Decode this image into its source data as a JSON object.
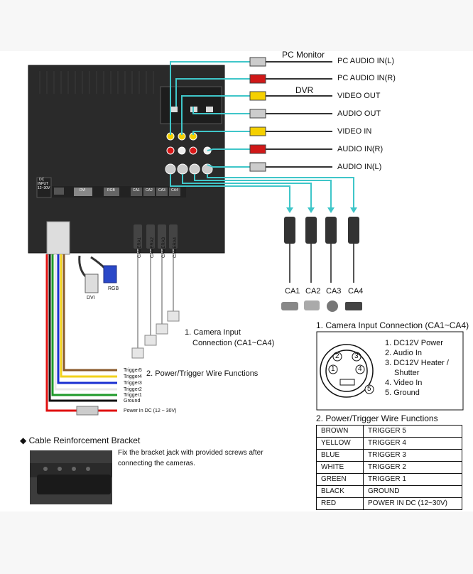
{
  "outputs": {
    "pc_monitor_title": "PC Monitor",
    "dvr_title": "DVR",
    "ports": [
      "PC AUDIO IN(L)",
      "PC AUDIO IN(R)",
      "VIDEO OUT",
      "AUDIO OUT",
      "VIDEO IN",
      "AUDIO IN(R)",
      "AUDIO IN(L)"
    ]
  },
  "monitor_panel": {
    "dc_input": [
      "DC",
      "INPUT",
      "12~30V"
    ],
    "connectors": [
      "DVI",
      "RGB",
      "CA1",
      "CA2",
      "CA3",
      "CA4"
    ]
  },
  "cameras": {
    "labels": [
      "CA1",
      "CA2",
      "CA3",
      "CA4"
    ],
    "cable_labels": [
      "CAMERA1",
      "CAMERA2",
      "CAMERA3",
      "CAMERA4"
    ],
    "callout_line1": "1. Camera Input",
    "callout_line2": "Connection (CA1~CA4)"
  },
  "cables": {
    "rgb_label": "RGB",
    "dvi_label": "DVI"
  },
  "power_wires": {
    "callout": "2. Power/Trigger Wire Functions",
    "labels": [
      "Trigger5",
      "Trigger4",
      "Trigger3",
      "Trigger2",
      "Trigger1",
      "Ground"
    ],
    "power_label": "Power In DC (12 ~ 30V)",
    "colors": [
      "#8a5a2b",
      "#f2d21c",
      "#1a2fd1",
      "#e8e8e8",
      "#1f9a2a",
      "#111111",
      "#e01010"
    ]
  },
  "camera_input_section": {
    "title": "1. Camera Input Connection (CA1~CA4)",
    "pin_numbers": [
      "1",
      "2",
      "3",
      "4",
      "5"
    ],
    "pins": [
      "1. DC12V Power",
      "2. Audio In",
      "3. DC12V Heater /",
      "Shutter",
      "4. Video In",
      "5. Ground"
    ]
  },
  "wire_functions_section": {
    "title": "2. Power/Trigger Wire Functions",
    "rows": [
      [
        "BROWN",
        "TRIGGER 5"
      ],
      [
        "YELLOW",
        "TRIGGER 4"
      ],
      [
        "BLUE",
        "TRIGGER 3"
      ],
      [
        "WHITE",
        "TRIGGER 2"
      ],
      [
        "GREEN",
        "TRIGGER 1"
      ],
      [
        "BLACK",
        "GROUND"
      ],
      [
        "RED",
        "POWER IN DC (12~30V)"
      ]
    ]
  },
  "bracket_section": {
    "title": "Cable Reinforcement Bracket",
    "bullet": "◆",
    "desc_line1": "Fix the bracket jack with provided screws after",
    "desc_line2": "connecting the cameras."
  },
  "accent_color": "#3fc6c9"
}
